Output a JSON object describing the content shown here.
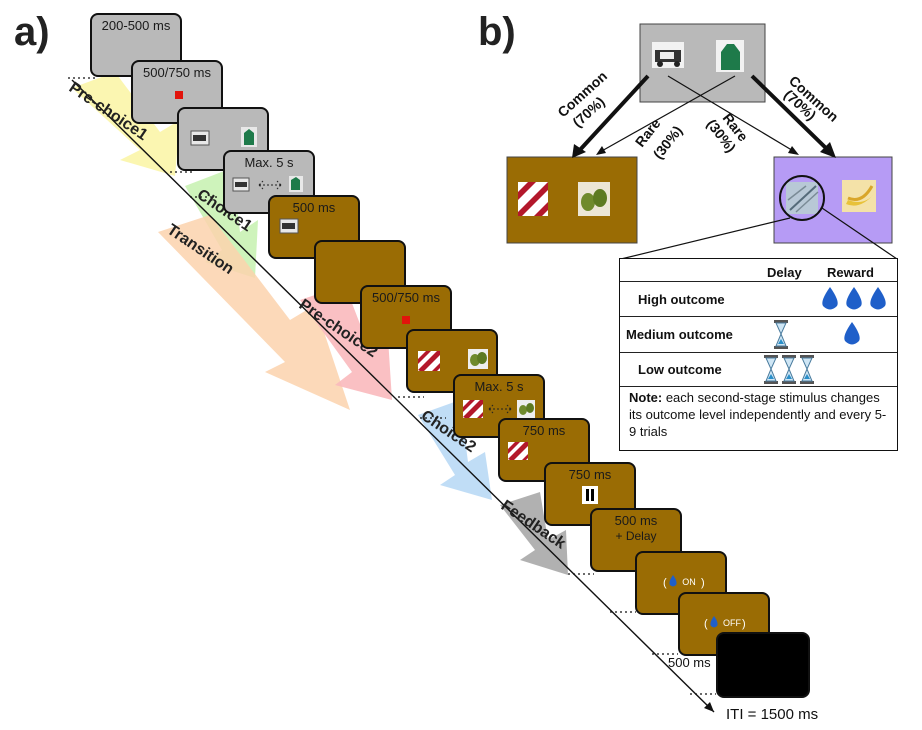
{
  "panel_a": {
    "letter": "a)",
    "screens": [
      {
        "label": "200-500 ms",
        "sub": ""
      },
      {
        "label": "500/750 ms",
        "sub": ""
      },
      {
        "label": "",
        "sub": ""
      },
      {
        "label": "Max. 5 s",
        "sub": ""
      },
      {
        "label": "500 ms",
        "sub": ""
      },
      {
        "label": "",
        "sub": ""
      },
      {
        "label": "500/750 ms",
        "sub": ""
      },
      {
        "label": "",
        "sub": ""
      },
      {
        "label": "Max. 5 s",
        "sub": ""
      },
      {
        "label": "750 ms",
        "sub": ""
      },
      {
        "label": "750 ms",
        "sub": ""
      },
      {
        "label": "500 ms",
        "sub": "+ Delay"
      },
      {
        "label": "",
        "sub": "ON"
      },
      {
        "label": "",
        "sub": "OFF"
      },
      {
        "label": "",
        "sub": ""
      }
    ],
    "phases": [
      {
        "label": "Pre-choice1",
        "color": "#fbf5a8"
      },
      {
        "label": "Choice1",
        "color": "#c9f2b4"
      },
      {
        "label": "Transition",
        "color": "#fbd2ad"
      },
      {
        "label": "Pre-choice2",
        "color": "#f9b9bd"
      },
      {
        "label": "Choice2",
        "color": "#b9d9f5"
      },
      {
        "label": "Feedback",
        "color": "#a9a9a9"
      }
    ],
    "label_500ms_last": "500 ms",
    "iti": "ITI = 1500 ms"
  },
  "panel_b": {
    "letter": "b)",
    "transitions": {
      "common_left": [
        "Common",
        "(70%)"
      ],
      "rare_left": [
        "Rare",
        "(30%)"
      ],
      "rare_right": [
        "Rare",
        "(30%)"
      ],
      "common_right": [
        "Common",
        "(70%)"
      ]
    },
    "table": {
      "col_delay": "Delay",
      "col_reward": "Reward",
      "rows": [
        {
          "name": "High outcome",
          "delay_icons": 0,
          "reward_drops": 3
        },
        {
          "name": "Medium outcome",
          "delay_icons": 1,
          "reward_drops": 1
        },
        {
          "name": "Low outcome",
          "delay_icons": 3,
          "reward_drops": 0
        }
      ],
      "note_bold": "Note:",
      "note_text": " each second-stage stimulus changes its outcome level independently and every 5-9 trials"
    }
  },
  "colors": {
    "gray_screen": "#b9b9b9",
    "olive_screen": "#9a6c04",
    "purple_box": "#b69bf5",
    "drop_blue": "#1f5fc9"
  }
}
